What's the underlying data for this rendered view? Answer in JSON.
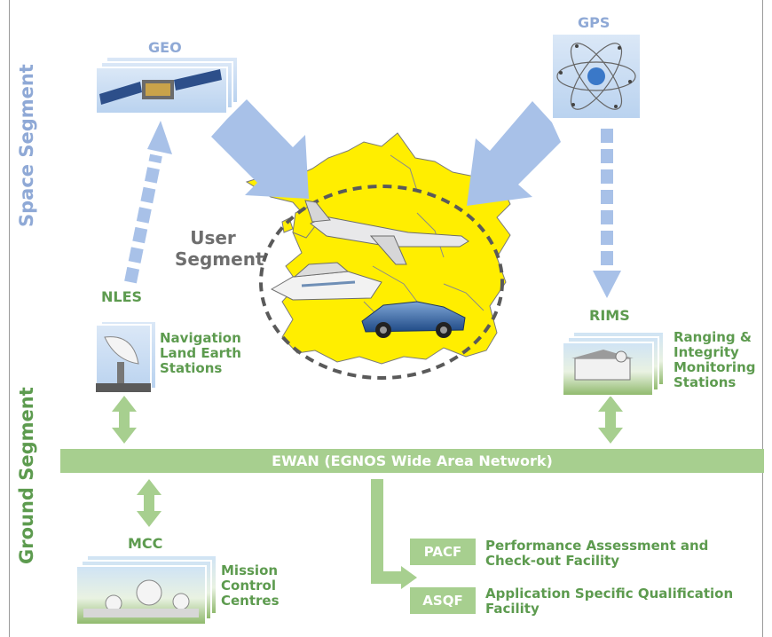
{
  "labels": {
    "space_segment": "Space Segment",
    "ground_segment": "Ground Segment",
    "geo": "GEO",
    "gps": "GPS",
    "user_line1": "User",
    "user_line2": "Segment",
    "nles": "NLES",
    "nles_desc": [
      "Navigation",
      "Land Earth",
      "Stations"
    ],
    "rims": "RIMS",
    "rims_desc": [
      "Ranging &",
      "Integrity",
      "Monitoring",
      "Stations"
    ],
    "ewan": "EWAN (EGNOS Wide Area Network)",
    "mcc": "MCC",
    "mcc_desc": [
      "Mission",
      "Control",
      "Centres"
    ],
    "pacf": "PACF",
    "pacf_desc": [
      "Performance Assessment and",
      "Check-out Facility"
    ],
    "asqf": "ASQF",
    "asqf_desc": [
      "Application Specific Qualification",
      "Facility"
    ]
  },
  "colors": {
    "space_text": "#8fa9d6",
    "ground_text": "#5d9b4f",
    "green_fill": "#a7cf8f",
    "arrow_blue": "#a8c1e8",
    "map_yellow": "#ffee00"
  }
}
